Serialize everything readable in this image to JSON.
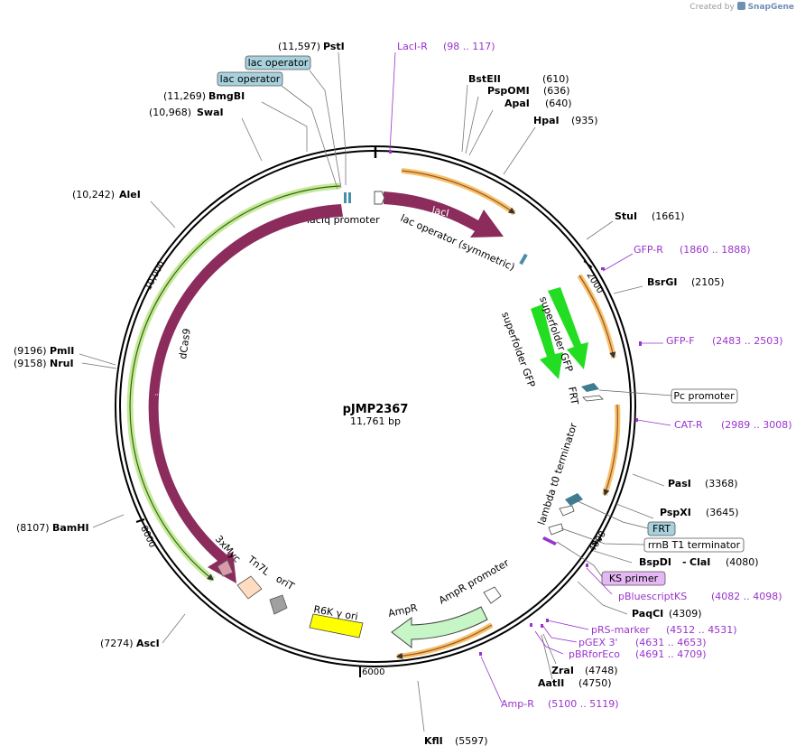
{
  "credit": {
    "prefix": "Created by",
    "brand": "SnapGene"
  },
  "plasmid": {
    "name": "pJMP2367",
    "size": "11,761 bp"
  },
  "ruler": [
    "2000",
    "4000",
    "6000",
    "8000",
    "10,000"
  ],
  "sites": {
    "psti": {
      "pos": "(11,597)",
      "name": "PstI"
    },
    "bmgbi": {
      "pos": "(11,269)",
      "name": "BmgBI"
    },
    "swai": {
      "pos": "(10,968)",
      "name": "SwaI"
    },
    "alei": {
      "pos": "(10,242)",
      "name": "AleI"
    },
    "pmli": {
      "pos": "(9196)",
      "name": "PmlI"
    },
    "nrui": {
      "pos": "(9158)",
      "name": "NruI"
    },
    "bamhi": {
      "pos": "(8107)",
      "name": "BamHI"
    },
    "asci": {
      "pos": "(7274)",
      "name": "AscI"
    },
    "kfli": {
      "pos": "(5597)",
      "name": "KflI"
    },
    "bsteii": {
      "pos": "(610)",
      "name": "BstEII"
    },
    "pspomi": {
      "pos": "(636)",
      "name": "PspOMI"
    },
    "apai": {
      "pos": "(640)",
      "name": "ApaI"
    },
    "hpai": {
      "pos": "(935)",
      "name": "HpaI"
    },
    "stui": {
      "pos": "(1661)",
      "name": "StuI"
    },
    "bsrgi": {
      "pos": "(2105)",
      "name": "BsrGI"
    },
    "pasi": {
      "pos": "(3368)",
      "name": "PasI"
    },
    "pspxi": {
      "pos": "(3645)",
      "name": "PspXI"
    },
    "bspdi": {
      "pos": "(4080)",
      "name": "BspDI",
      "name2": "ClaI"
    },
    "paqci": {
      "pos": "(4309)",
      "name": "PaqCI"
    },
    "zrai": {
      "pos": "(4748)",
      "name": "ZraI"
    },
    "aatii": {
      "pos": "(4750)",
      "name": "AatII"
    }
  },
  "primers": {
    "laci_r": {
      "name": "LacI-R",
      "range": "(98 .. 117)"
    },
    "gfp_r": {
      "name": "GFP-R",
      "range": "(1860 .. 1888)"
    },
    "gfp_f": {
      "name": "GFP-F",
      "range": "(2483 .. 2503)"
    },
    "cat_r": {
      "name": "CAT-R",
      "range": "(2989 .. 3008)"
    },
    "pbluescriptks": {
      "name": "pBluescriptKS",
      "range": "(4082 .. 4098)"
    },
    "prs_marker": {
      "name": "pRS-marker",
      "range": "(4512 .. 4531)"
    },
    "pgex3": {
      "name": "pGEX 3'",
      "range": "(4631 .. 4653)"
    },
    "pbrforeco": {
      "name": "pBRforEco",
      "range": "(4691 .. 4709)"
    },
    "amp_r": {
      "name": "Amp-R",
      "range": "(5100 .. 5119)"
    }
  },
  "boxed": {
    "lac_operator_1": "lac operator",
    "lac_operator_2": "lac operator",
    "pc_promoter": "Pc promoter",
    "frt": "FRT",
    "rrnb": "rrnB T1 terminator",
    "ks_primer": "KS primer"
  },
  "features": {
    "laci": "lacI",
    "laciq_promoter": "lacIq promoter",
    "lac_operator_sym": "lac operator (symmetric)",
    "sfgfp1": "superfolder GFP",
    "sfgfp2": "superfolder GFP",
    "frt": "FRT",
    "lambda_t0": "lambda t0 terminator",
    "ampr_promoter": "AmpR promoter",
    "ampr": "AmpR",
    "r6k": "R6K γ ori",
    "orit": "oriT",
    "tn7l": "Tn7L",
    "myc": "3xMyc",
    "dcas9": "dCas9"
  },
  "colors": {
    "cds": "#8b2c5c",
    "gfp": "#22dd22",
    "orf_orange": "#f5c36a",
    "orf_green": "#c8e89a",
    "primer": "#9933cc",
    "operator_fill": "#a7d1dc",
    "ampr_fill": "#c6f5c6",
    "ori_fill": "#ffff00",
    "tn7_fill": "#ffdcbf"
  }
}
